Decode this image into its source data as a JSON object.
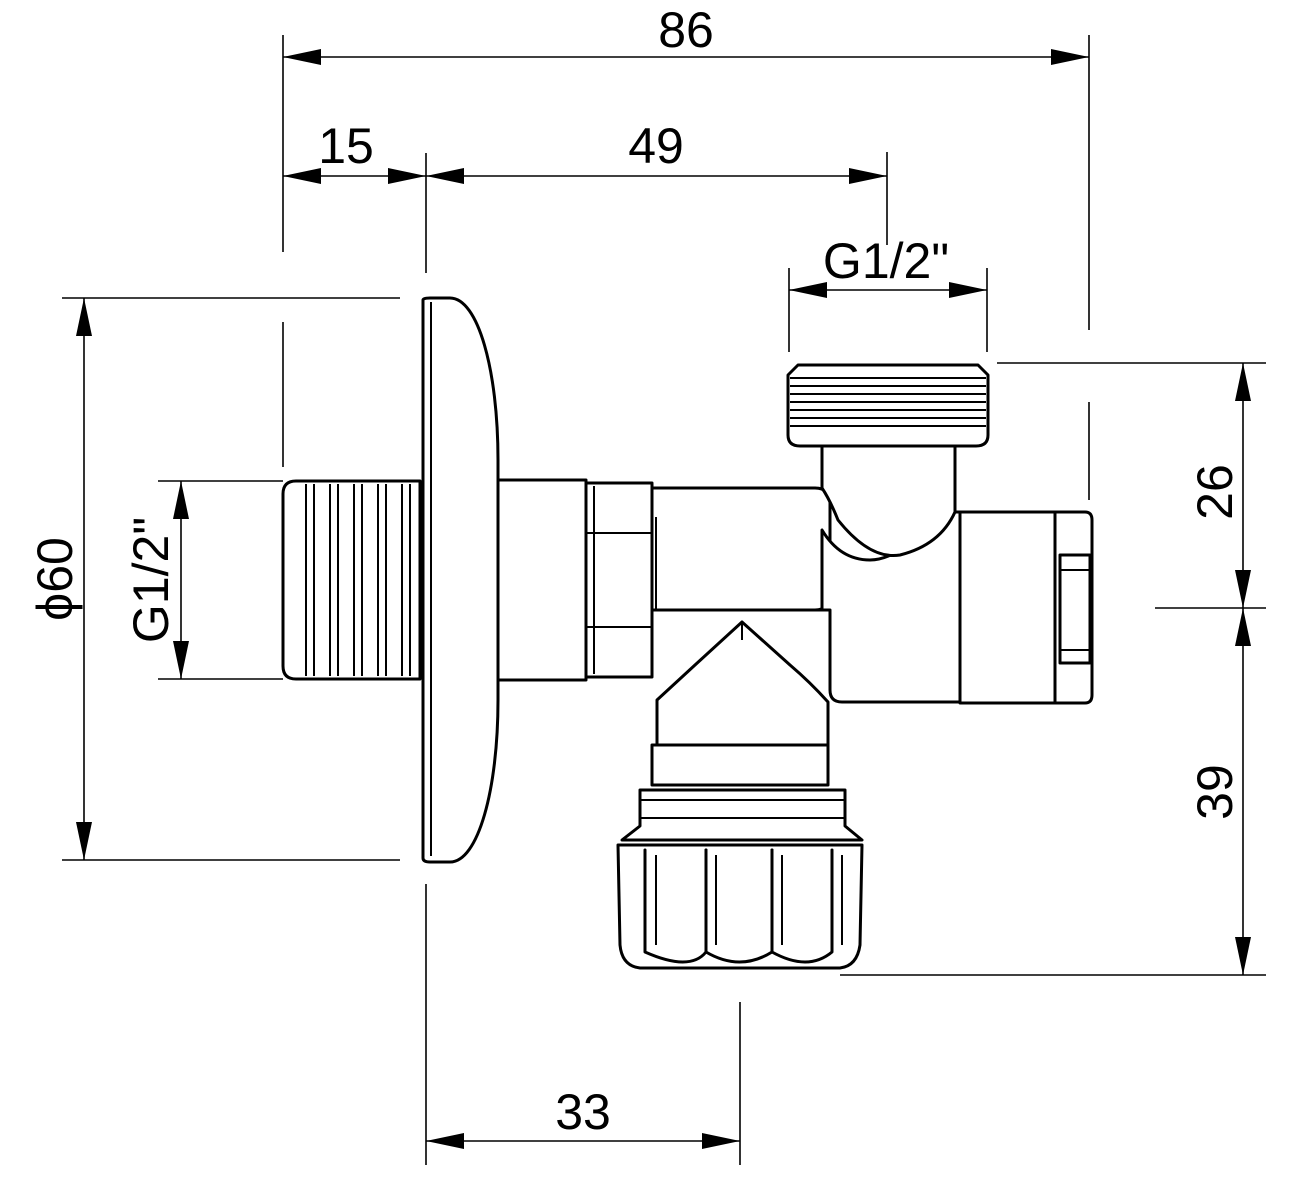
{
  "dimensions": {
    "overall_width": "86",
    "escutcheon_offset": "15",
    "body_to_outlet": "49",
    "top_thread": "G1/2\"",
    "escutcheon_diameter": "ϕ60",
    "inlet_thread": "G1/2\"",
    "top_outlet_height": "26",
    "bottom_outlet_height": "39",
    "bottom_outlet_offset": "33"
  },
  "colors": {
    "line": "#000000",
    "background": "#ffffff"
  }
}
